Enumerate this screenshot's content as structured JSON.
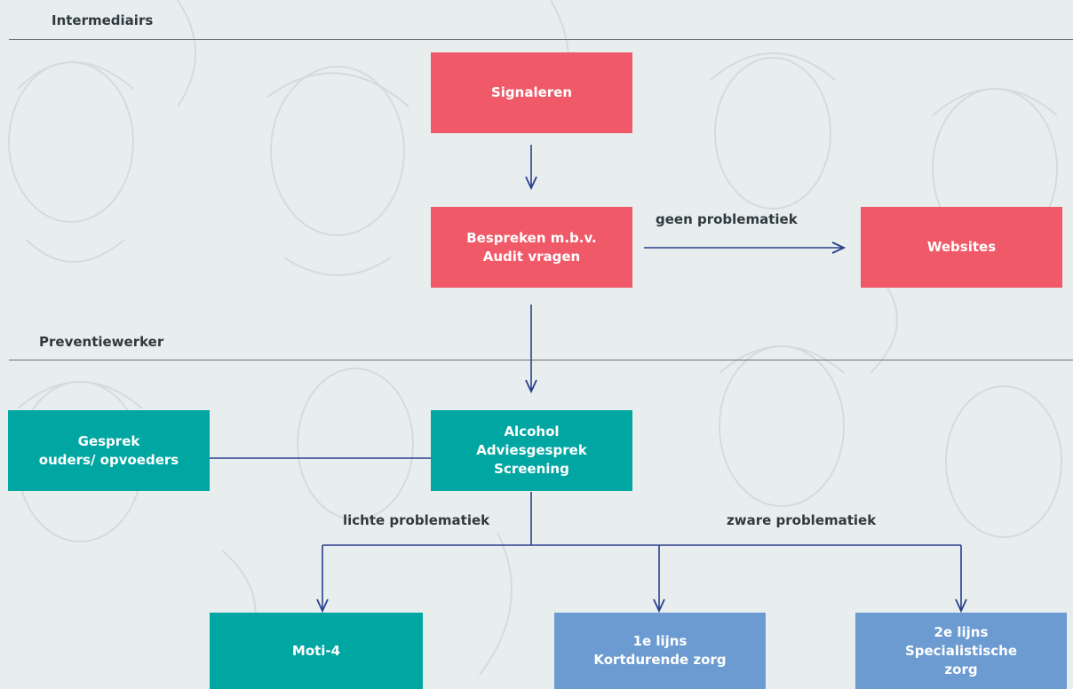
{
  "colors": {
    "background": "#e8eeee",
    "pink_box": "#f05a68",
    "teal_box": "#00a6a2",
    "blue_box": "#6b9bd1",
    "arrow": "#2b3f8f"
  },
  "lanes": {
    "intermediairs": "Intermediairs",
    "preventiewerker": "Preventiewerker"
  },
  "nodes": {
    "signaleren": "Signaleren",
    "bespreken": "Bespreken m.b.v.\nAudit vragen",
    "websites": "Websites",
    "gesprek_ouders": "Gesprek\nouders/ opvoeders",
    "alcohol": "Alcohol\nAdviesgesprek\nScreening",
    "moti4": "Moti-4",
    "eerste_lijns": "1e lijns\nKortdurende zorg",
    "tweede_lijns": "2e lijns\nSpecialistische\nzorg"
  },
  "edge_labels": {
    "geen": "geen problematiek",
    "lichte": "lichte problematiek",
    "zware": "zware problematiek"
  }
}
